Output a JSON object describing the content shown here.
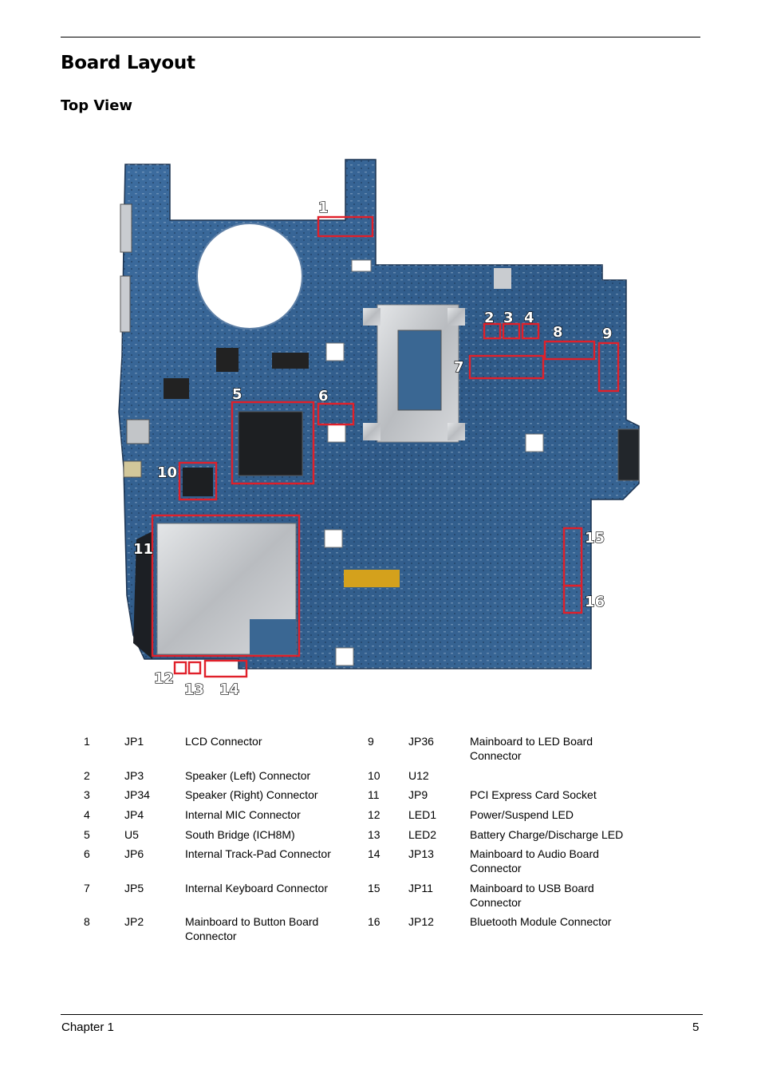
{
  "page": {
    "title": "Board Layout",
    "subtitle": "Top View",
    "footer_left": "Chapter 1",
    "footer_right": "5"
  },
  "callouts": [
    "1",
    "2",
    "3",
    "4",
    "5",
    "6",
    "7",
    "8",
    "9",
    "10",
    "11",
    "12",
    "13",
    "14",
    "15",
    "16"
  ],
  "legend_left": [
    {
      "num": "1",
      "ref": "JP1",
      "desc": "LCD Connector"
    },
    {
      "num": "2",
      "ref": "JP3",
      "desc": "Speaker (Left) Connector"
    },
    {
      "num": "3",
      "ref": "JP34",
      "desc": "Speaker (Right) Connector"
    },
    {
      "num": "4",
      "ref": "JP4",
      "desc": "Internal MIC Connector"
    },
    {
      "num": "5",
      "ref": "U5",
      "desc": "South Bridge (ICH8M)"
    },
    {
      "num": "6",
      "ref": "JP6",
      "desc": "Internal Track-Pad Connector"
    },
    {
      "num": "7",
      "ref": "JP5",
      "desc": "Internal Keyboard Connector"
    },
    {
      "num": "8",
      "ref": "JP2",
      "desc": "Mainboard to Button Board",
      "desc2": "Connector"
    }
  ],
  "legend_right": [
    {
      "num": "9",
      "ref": "JP36",
      "desc": "Mainboard to LED Board",
      "desc2": "Connector"
    },
    {
      "num": "10",
      "ref": "U12",
      "desc": ""
    },
    {
      "num": "11",
      "ref": "JP9",
      "desc": "PCI Express Card Socket"
    },
    {
      "num": "12",
      "ref": "LED1",
      "desc": "Power/Suspend LED"
    },
    {
      "num": "13",
      "ref": "LED2",
      "desc": "Battery Charge/Discharge LED"
    },
    {
      "num": "14",
      "ref": "JP13",
      "desc": "Mainboard to Audio Board",
      "desc2": "Connector"
    },
    {
      "num": "15",
      "ref": "JP11",
      "desc": "Mainboard to USB Board",
      "desc2": "Connector"
    },
    {
      "num": "16",
      "ref": "JP12",
      "desc": "Bluetooth Module Connector"
    }
  ],
  "colors": {
    "board": "#35608f",
    "highlight": "#e0202a"
  }
}
